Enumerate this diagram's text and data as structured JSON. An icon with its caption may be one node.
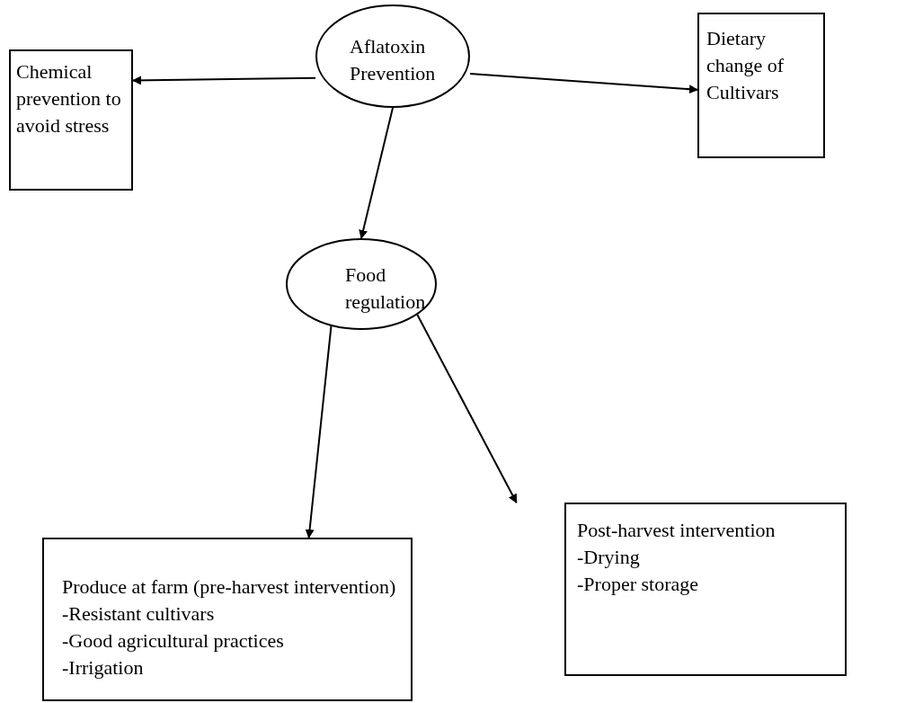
{
  "diagram": {
    "nodes": [
      {
        "text": [
          "Aflatoxin Prevention"
        ]
      },
      {
        "text": [
          "Chemical prevention to avoid stress"
        ]
      },
      {
        "text": [
          "Dietary change of Cultivars"
        ]
      },
      {
        "text": [
          "Food regulation"
        ]
      },
      {
        "text": [
          "Produce at farm (pre-harvest intervention)",
          "-Resistant cultivars",
          "-Good agricultural practices",
          "-Irrigation"
        ]
      },
      {
        "text": [
          "Post-harvest intervention",
          "-Drying",
          "-Proper storage"
        ]
      }
    ],
    "edges": [
      {
        "from": 0,
        "to": 1,
        "arrow": "to"
      },
      {
        "from": 0,
        "to": 2,
        "arrow": "to"
      },
      {
        "from": 0,
        "to": 3,
        "arrow": "to"
      },
      {
        "from": 3,
        "to": 4,
        "arrow": "to"
      },
      {
        "from": 3,
        "to": 5,
        "arrow": "to"
      }
    ]
  }
}
